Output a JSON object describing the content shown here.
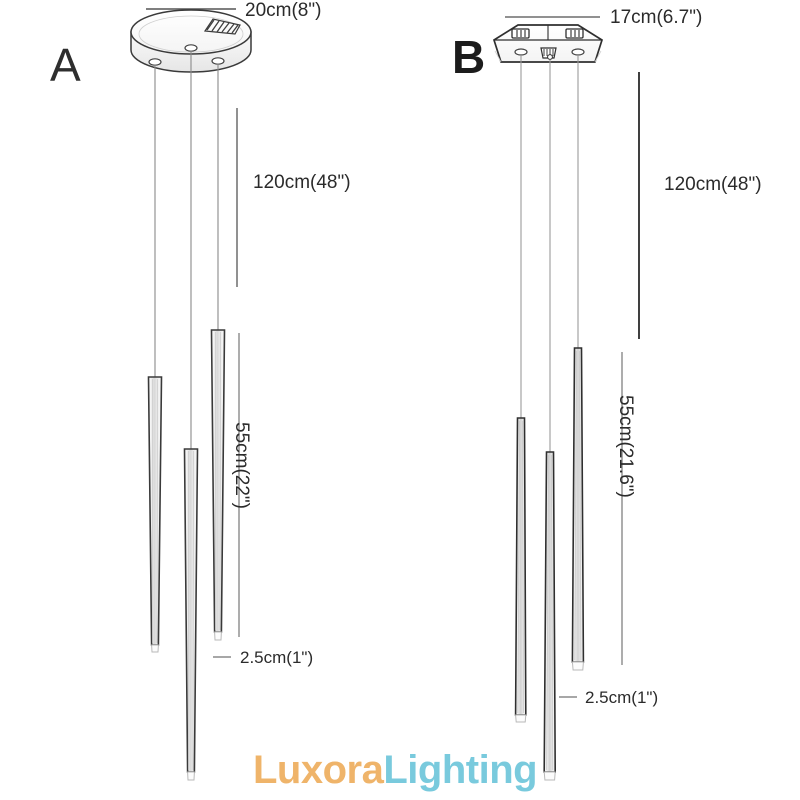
{
  "document": {
    "type": "product-dimension-diagram",
    "background_color": "#ffffff",
    "line_color": "#333333"
  },
  "panels": [
    {
      "id": "A",
      "letter": "A",
      "canopy": {
        "shape": "round",
        "width_label": "20cm(8\")"
      },
      "drop_label": "120cm(48\")",
      "cone_length_label": "55cm(22\")",
      "cone_diameter_label": "2.5cm(1\")",
      "cone_count": 3
    },
    {
      "id": "B",
      "letter": "B",
      "canopy": {
        "shape": "hexagonal",
        "width_label": "17cm(6.7\")"
      },
      "drop_label": "120cm(48\")",
      "cone_length_label": "55cm(21.6\")",
      "cone_diameter_label": "2.5cm(1\")",
      "cone_count": 3
    }
  ],
  "watermark": {
    "brand_first": "Luxora",
    "brand_second": "Lighting",
    "color_first": "#efb46a",
    "color_second": "#79cadd"
  }
}
